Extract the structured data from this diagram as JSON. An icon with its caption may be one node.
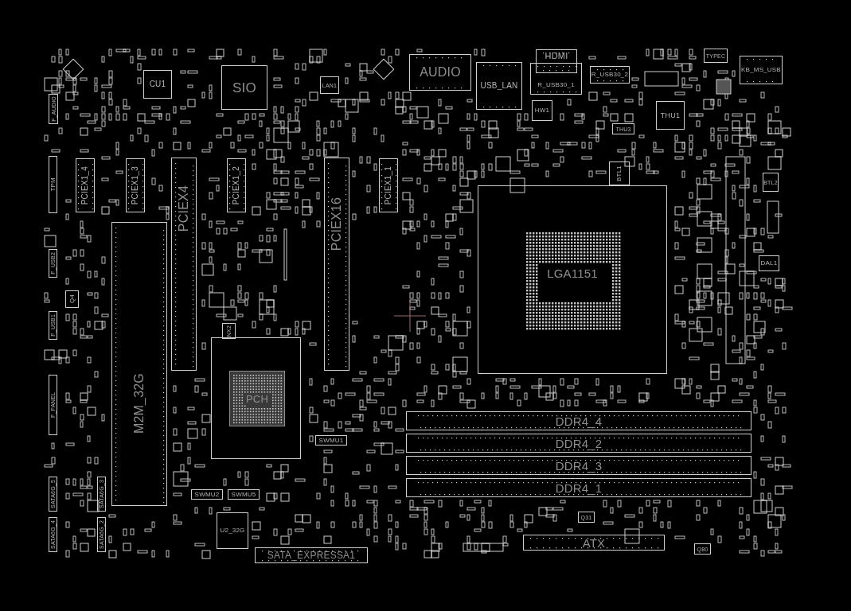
{
  "diagram": {
    "nodes": [
      {
        "text": [
          "CU1"
        ]
      },
      {
        "text": [
          "SIO"
        ]
      },
      {
        "text": [
          "LAN1"
        ]
      },
      {
        "text": [
          "AUDIO"
        ]
      },
      {
        "text": [
          "USB_LAN"
        ]
      },
      {
        "text": [
          "HDMI"
        ]
      },
      {
        "text": [
          "R_USB30_1"
        ]
      },
      {
        "text": [
          "R_USB30_2"
        ]
      },
      {
        "text": [
          "TYPEC"
        ]
      },
      {
        "text": [
          "KB_MS_USB"
        ]
      },
      {
        "text": [
          "F_AUDIO"
        ]
      },
      {
        "text": [
          "HW1"
        ]
      },
      {
        "text": [
          "THU3"
        ]
      },
      {
        "text": [
          "THU1"
        ]
      },
      {
        "text": [
          "TPM"
        ]
      },
      {
        "text": [
          "PCIEX1_4"
        ]
      },
      {
        "text": [
          "PCIEX1_3"
        ]
      },
      {
        "text": [
          "PCIEX4"
        ]
      },
      {
        "text": [
          "PCIEX1_2"
        ]
      },
      {
        "text": [
          "PCIEX16"
        ]
      },
      {
        "text": [
          "PCIEX1_1"
        ]
      },
      {
        "text": [
          "BTL1"
        ]
      },
      {
        "text": [
          "BTL2"
        ]
      },
      {
        "text": [
          "LGA1151"
        ]
      },
      {
        "text": [
          "M2M_32G"
        ]
      },
      {
        "text": [
          "F_USB2"
        ]
      },
      {
        "text": [
          "DAL1"
        ]
      },
      {
        "text": [
          "Q4"
        ]
      },
      {
        "text": [
          "F_USB1"
        ]
      },
      {
        "text": [
          "NX2"
        ]
      },
      {
        "text": [],
        "shape": "box"
      },
      {
        "text": [
          "PCH"
        ],
        "in": 30
      },
      {
        "text": [
          "F_PANEL"
        ]
      },
      {
        "text": [
          "DDR4_4"
        ]
      },
      {
        "text": [
          "DDR4_2"
        ]
      },
      {
        "text": [
          "SWMU1"
        ]
      },
      {
        "text": [
          "DDR4_3"
        ]
      },
      {
        "text": [
          "SATA6G_5"
        ]
      },
      {
        "text": [
          "SATA6G_3"
        ]
      },
      {
        "text": [
          "DDR4_1"
        ]
      },
      {
        "text": [
          "SWMU2"
        ]
      },
      {
        "text": [
          "SWMU5"
        ]
      },
      {
        "text": [
          "Q31"
        ]
      },
      {
        "text": [
          "U2_32G"
        ]
      },
      {
        "text": [
          "SATA6G_4"
        ]
      },
      {
        "text": [
          "SATA6G_2"
        ]
      },
      {
        "text": [
          "ATX"
        ]
      },
      {
        "text": [
          "Q80"
        ]
      },
      {
        "text": [
          "SATA_EXPRESSA1"
        ]
      }
    ],
    "edges": []
  }
}
